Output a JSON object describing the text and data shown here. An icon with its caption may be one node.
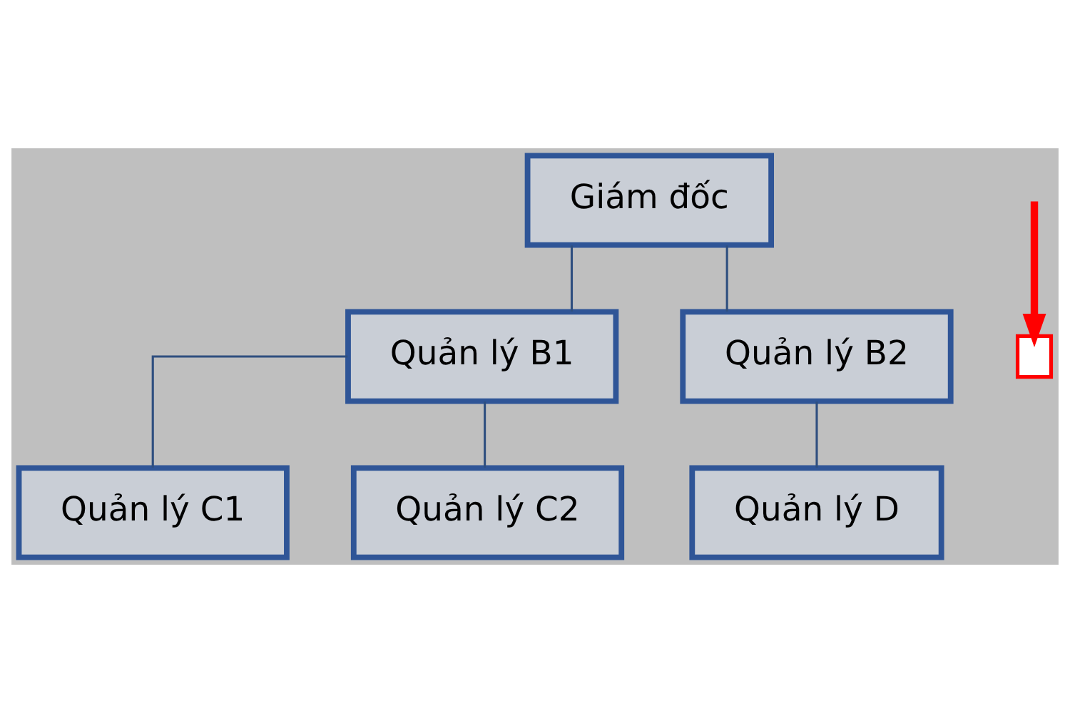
{
  "diagram": {
    "nodes": [
      {
        "text": [
          "Giám đốc"
        ]
      },
      {
        "text": [
          "Quản lý B1"
        ]
      },
      {
        "text": [
          "Quản lý B2"
        ]
      },
      {
        "text": [
          "Quản lý C1"
        ]
      },
      {
        "text": [
          "Quản lý C2"
        ]
      },
      {
        "text": [
          "Quản lý D"
        ]
      },
      {
        "text": [],
        "shape": "box"
      }
    ],
    "edges": [
      {
        "from": 0,
        "to": 1,
        "arrow": "none"
      },
      {
        "from": 0,
        "to": 2,
        "arrow": "none"
      },
      {
        "from": 1,
        "to": 3,
        "arrow": "none"
      },
      {
        "from": 1,
        "to": 4,
        "arrow": "none"
      },
      {
        "from": 2,
        "to": 5,
        "arrow": "none"
      },
      {
        "from": null,
        "to": 6,
        "arrow": "to",
        "style": "thick",
        "color": "#ff0000"
      }
    ]
  }
}
